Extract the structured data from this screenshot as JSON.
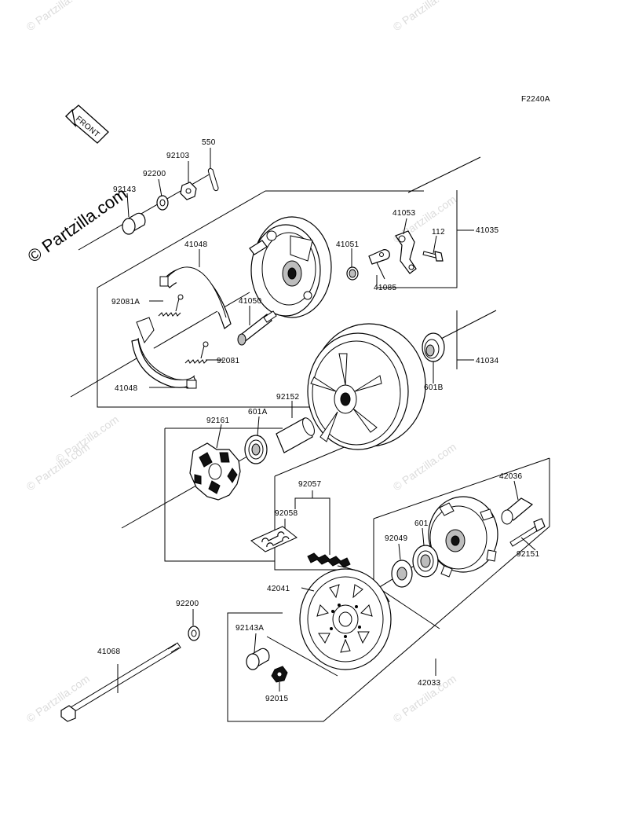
{
  "figure_code": "F2240A",
  "front_label": "FRONT",
  "watermark_main": "© Partzilla.com",
  "watermark_tile": "© Partzilla.com",
  "parts": {
    "p550": "550",
    "p92103": "92103",
    "p92200_top": "92200",
    "p92143": "92143",
    "p41048_top": "41048",
    "p92081A": "92081A",
    "p92081": "92081",
    "p41048_bot": "41048",
    "p41050": "41050",
    "p41051": "41051",
    "p41053": "41053",
    "p112": "112",
    "p41035": "41035",
    "p41085": "41085",
    "p41034": "41034",
    "p601B": "601B",
    "p92152": "92152",
    "p601A": "601A",
    "p92161": "92161",
    "p92057": "92057",
    "p92058": "92058",
    "p42036": "42036",
    "p601": "601",
    "p92049": "92049",
    "p92151": "92151",
    "p42041": "42041",
    "p92200_bot": "92200",
    "p92143A": "92143A",
    "p41068": "41068",
    "p92015": "92015",
    "p42033": "42033"
  }
}
